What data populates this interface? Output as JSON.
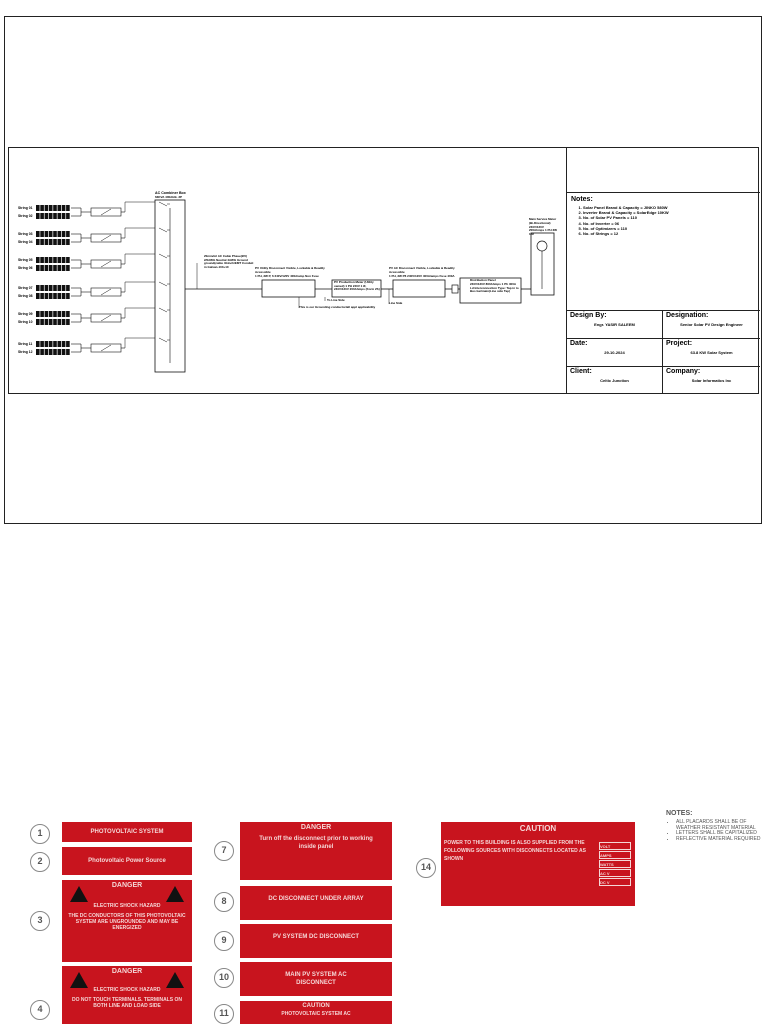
{
  "strings": [
    [
      "String 01",
      "String 02"
    ],
    [
      "String 03",
      "String 04"
    ],
    [
      "String 05",
      "String 06"
    ],
    [
      "String 07",
      "String 08"
    ],
    [
      "String 09",
      "String 10"
    ],
    [
      "String 11",
      "String 12"
    ]
  ],
  "ac_combiner": {
    "title": "AC Combiner Box",
    "subtitle": "63KVA 400Ablk. 3P"
  },
  "cable_note": "20mm/ml AC Cable Phase(2/0) 2/0AWG Neutral 4AWG Ground ground(cable 4Ginch/EMT Conduit in Galvan-100+10",
  "utility_disconnect": {
    "label": "PV Utility Disconnect Visible, Lockable & Readily Accessible",
    "rating": "1 PH, 3W P, 6 240V/120V 400A/amp Non Fuse"
  },
  "production_meter": {
    "label": "PV Production Meter (Utility owned) 1 PH 240V 1 Ø, 240V/120V 200Ahmps (Form 2S)"
  },
  "pv_ac_disconnect": {
    "label": "PV AC Disconnect Visible, Lockable & Readily Accessible",
    "rating": "1 PH, 3W P6 240V/120V 400A/amps Fuse 400A"
  },
  "distribution_panel": {
    "title": "Distribution Panel",
    "text": "240V/120V 800Ahmps 1 Ph 400A Ld Interconnection Type: Tap in to Bus bar/main(Line side Tap)"
  },
  "main_service_meter": {
    "title": "Main Service Meter",
    "text": "(Bi-Directional) 240V/120V 200Ahmps 1 PH 3W 1 Ø"
  },
  "line_notes": {
    "to_line_side": "To Line Side",
    "ground": "This is our Grounding conductor/all appl applicability",
    "line_side": "Line Side"
  },
  "notes": {
    "heading": "Notes:",
    "items": [
      "Solar Panel Brand & Capacity = JINKO 580W",
      "Inverter Brand & Capacity = SolarEdge 10KW",
      "No. of Solar PV Panels = 110",
      "No. of Inverter = 06",
      "No. of Optimizers = 110",
      "No. of Strings = 12"
    ]
  },
  "title_block": {
    "design_by_label": "Design By:",
    "design_by": "Engr. YASIR SALEEM",
    "designation_label": "Designation:",
    "designation": "Senior Solar PV Design Engineer",
    "date_label": "Date:",
    "date": "29-10-2024",
    "project_label": "Project:",
    "project": "63.8 KW Solar System",
    "client_label": "Client:",
    "client": "Celtic Junction",
    "company_label": "Company:",
    "company": "Solar Informatics Inc"
  },
  "placards": {
    "numbers": [
      "1",
      "2",
      "3",
      "4",
      "7",
      "8",
      "9",
      "10",
      "11",
      "14"
    ],
    "p1": "PHOTOVOLTAIC SYSTEM",
    "p2": "Photovoltaic Power Source",
    "p3_title": "DANGER",
    "p3_sub": "ELECTRIC SHOCK HAZARD",
    "p3_text": "THE DC CONDUCTORS OF THIS PHOTOVOLTAIC SYSTEM ARE UNGROUNDED AND MAY BE ENERGIZED",
    "p4_title": "DANGER",
    "p4_sub": "ELECTRIC SHOCK HAZARD",
    "p4_text": "DO NOT TOUCH TERMINALS. TERMINALS ON BOTH LINE AND LOAD SIDE",
    "p7_title": "DANGER",
    "p7_text": "Turn off the disconnect prior to working inside panel",
    "p8": "DC DISCONNECT UNDER ARRAY",
    "p9": "PV SYSTEM DC DISCONNECT",
    "p10": "MAIN PV SYSTEM AC DISCONNECT",
    "p11_title": "CAUTION",
    "p11_text": "PHOTOVOLTAIC SYSTEM AC",
    "p14_title": "CAUTION",
    "p14_text": "POWER TO THIS BUILDING IS ALSO SUPPLIED FROM THE FOLLOWING SOURCES WITH DISCONNECTS LOCATED AS SHOWN",
    "p14_table": [
      "VOLT",
      "AMPS",
      "WATTS",
      "AC V",
      "DC V"
    ]
  },
  "side_notes": {
    "heading": "NOTES:",
    "items": [
      "ALL PLACARDS SHALL BE OF WEATHER RESISTANT MATERIAL",
      "LETTERS SHALL BE CAPITALIZED",
      "REFLECTIVE MATERIAL REQUIRED"
    ]
  }
}
